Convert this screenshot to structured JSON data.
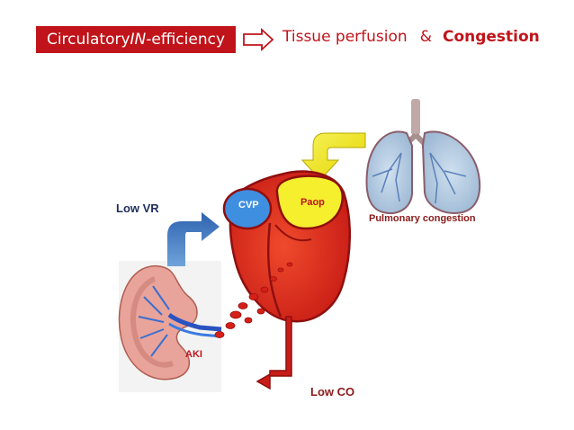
{
  "header": {
    "box_text_before": "Circulatory ",
    "box_text_italic": "IN",
    "box_text_after": "-efficiency",
    "perfusion": "Tissue perfusion",
    "ampersand": "&",
    "congestion": "Congestion"
  },
  "labels": {
    "low_vr": "Low VR",
    "low_co": "Low CO",
    "pulmonary": "Pulmonary congestion",
    "aki": "AKI",
    "cvp": "CVP",
    "paop": "Paop"
  },
  "colors": {
    "accent_red": "#c0141a",
    "blue_arrow": "#3a78c0",
    "yellow_arrow": "#f2e600"
  }
}
